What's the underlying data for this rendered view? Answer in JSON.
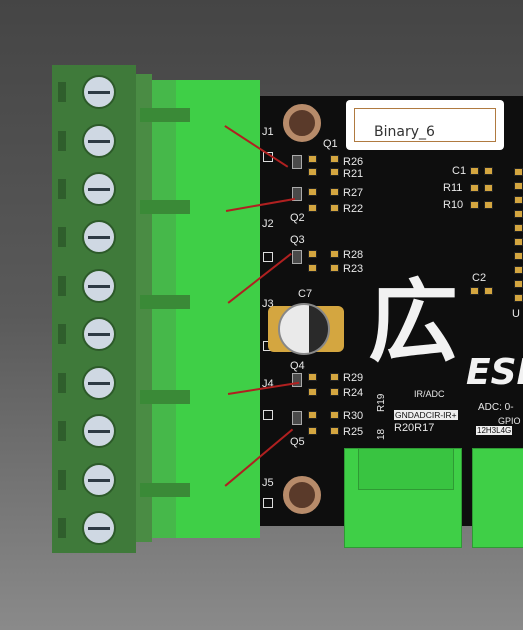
{
  "board": {
    "badge": "Binary_6",
    "logo_glyph": "広",
    "logo_text": "ESP",
    "u_label": "U",
    "labels": {
      "j1": "J1",
      "j2": "J2",
      "j3": "J3",
      "j4": "J4",
      "j5": "J5",
      "q1": "Q1",
      "q2": "Q2",
      "q3": "Q3",
      "q4": "Q4",
      "q5": "Q5",
      "c7": "C7",
      "c1": "C1",
      "c2": "C2",
      "r26": "R26",
      "r21": "R21",
      "r27": "R27",
      "r22": "R22",
      "r28": "R28",
      "r23": "R23",
      "r29": "R29",
      "r24": "R24",
      "r30": "R30",
      "r25": "R25",
      "r11": "R11",
      "r10": "R10",
      "r19": "R19",
      "r18": "18",
      "r20r17": "R20R17",
      "ir_adc": "IR/ADC",
      "gnd_row": "GNDADCIR-IR+",
      "adc_range": "ADC: 0-",
      "gpio": "GPIO",
      "pins": "12H3L4G"
    }
  }
}
